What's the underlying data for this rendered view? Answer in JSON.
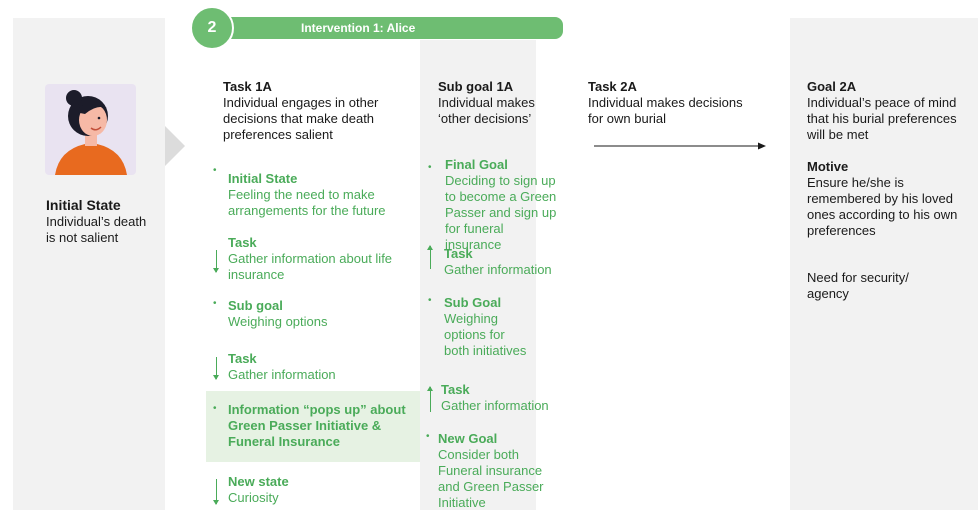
{
  "banner": {
    "number": "2",
    "title": "Intervention 1: Alice"
  },
  "colors": {
    "accent_green": "#4aab59",
    "banner_green": "#6ebd72",
    "panel_grey": "#f2f2f2",
    "avatar_bg": "#e9e3f1",
    "highlight_green": "#e6f2e3"
  },
  "initial": {
    "title": "Initial State",
    "text": "Individual’s death is not salient"
  },
  "task1a": {
    "title": "Task 1A",
    "text": "Individual engages in other decisions that make death preferences salient"
  },
  "subgoal1a": {
    "title": "Sub goal 1A",
    "text": "Individual makes ‘other decisions’"
  },
  "task2a": {
    "title": "Task 2A",
    "text": "Individual makes decisions for own burial"
  },
  "goal2a": {
    "title": "Goal 2A",
    "text": "Individual’s peace of mind that his burial preferences will be met"
  },
  "motive": {
    "title": "Motive",
    "text": "Ensure he/she is remembered by his loved ones according to his own preferences",
    "extra": "Need for security/ agency"
  },
  "left_steps": [
    {
      "title": "Initial State",
      "text": "Feeling the need to make arrangements for the future"
    },
    {
      "title": "Task",
      "text": "Gather information about life insurance"
    },
    {
      "title": "Sub goal",
      "text": "Weighing options"
    },
    {
      "title": "Task",
      "text": "Gather information"
    },
    {
      "title": "Information “pops up” about Green Passer Initiative & Funeral Insurance"
    },
    {
      "title": "New state",
      "text": "Curiosity"
    }
  ],
  "right_steps": [
    {
      "title": "Final Goal",
      "text": "Deciding to sign up to become a Green Passer and sign up for funeral insurance"
    },
    {
      "title": "Task",
      "text": "Gather information"
    },
    {
      "title": "Sub Goal",
      "text": "Weighing options for both initiatives"
    },
    {
      "title": "Task",
      "text": "Gather information"
    },
    {
      "title": "New Goal",
      "text": "Consider both Funeral insurance and Green Passer Initiative"
    }
  ]
}
